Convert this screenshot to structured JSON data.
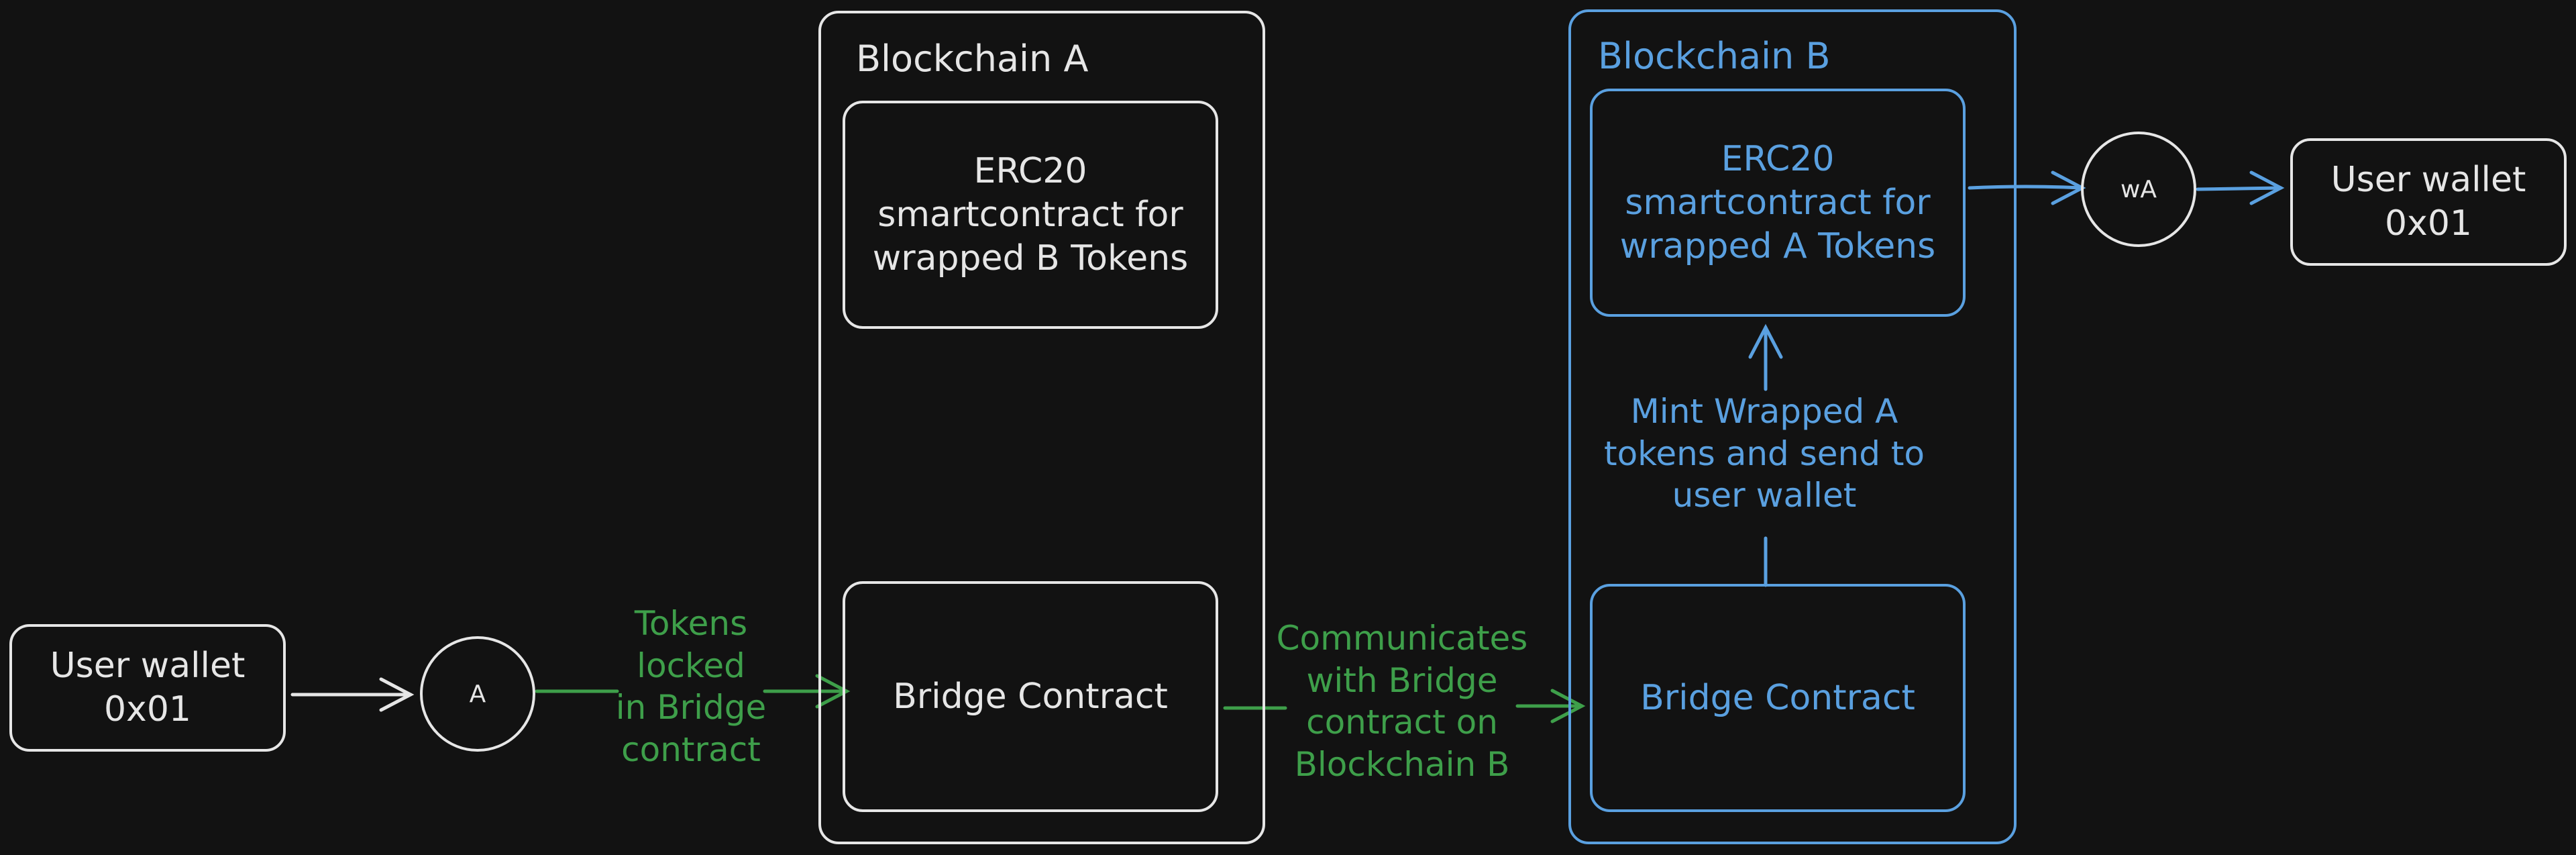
{
  "left_wallet": {
    "label": "User wallet\n0x01"
  },
  "right_wallet": {
    "label": "User wallet\n0x01"
  },
  "token_a": {
    "label": "A"
  },
  "token_wa": {
    "label": "wA"
  },
  "blockchain_a": {
    "title": "Blockchain A",
    "erc20": "ERC20\nsmartcontract for\nwrapped B Tokens",
    "bridge": "Bridge Contract"
  },
  "blockchain_b": {
    "title": "Blockchain B",
    "erc20": "ERC20\nsmartcontract for\nwrapped A Tokens",
    "bridge": "Bridge Contract"
  },
  "annotations": {
    "tokens_locked": "Tokens\nlocked\nin Bridge\ncontract",
    "communicates": "Communicates\nwith Bridge\ncontract on\nBlockchain B",
    "mint": "Mint Wrapped A\ntokens and send to\nuser wallet"
  },
  "colors": {
    "background": "#121212",
    "white": "#e6e6e6",
    "green": "#3e9f4a",
    "blue": "#5aa0e0"
  }
}
